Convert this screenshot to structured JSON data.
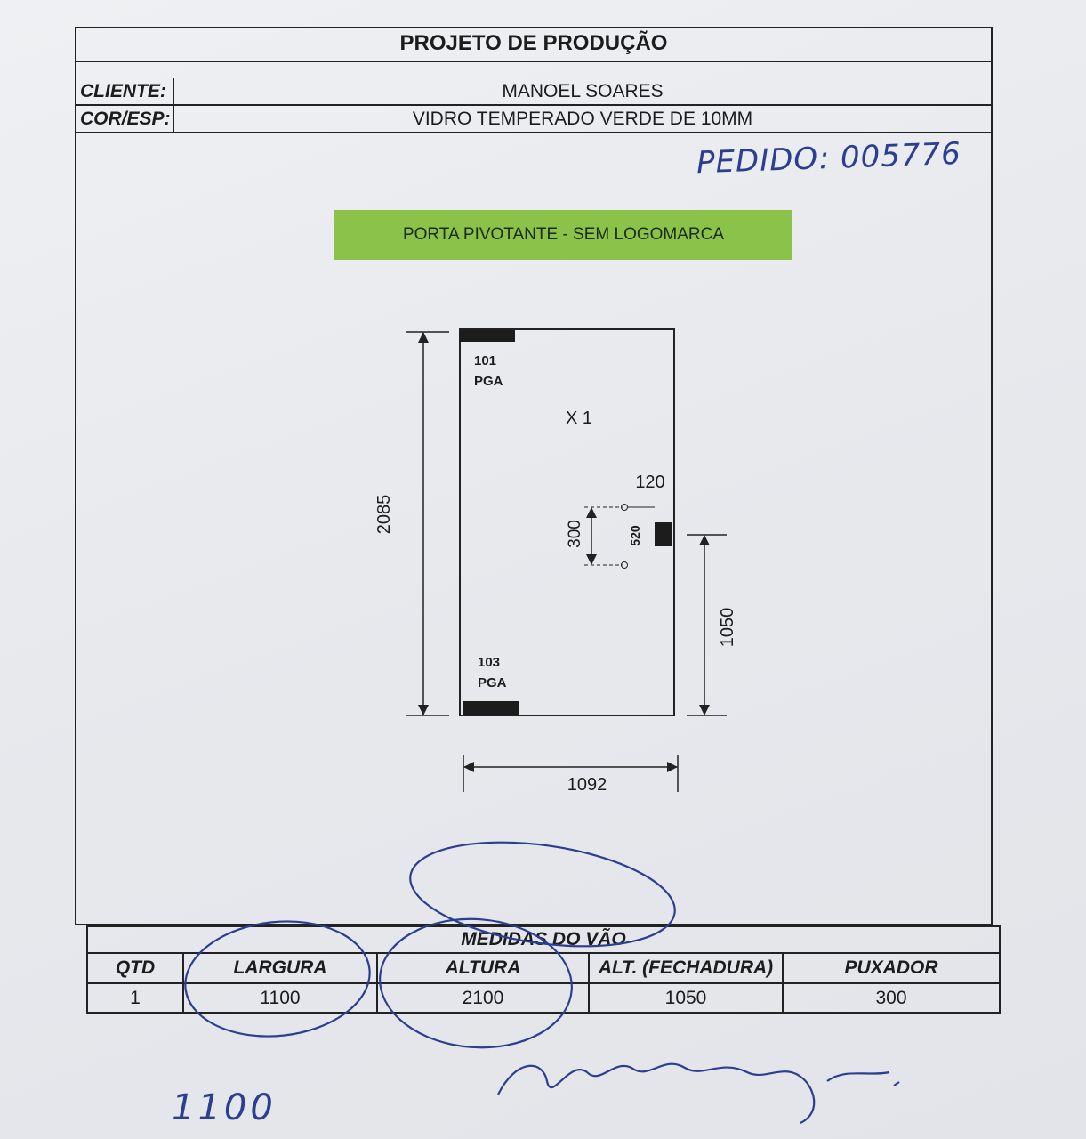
{
  "header": {
    "title": "PROJETO DE PRODUÇÃO",
    "client_label": "CLIENTE:",
    "client_value": "MANOEL SOARES",
    "color_label": "COR/ESP:",
    "color_value": "VIDRO TEMPERADO VERDE DE 10MM"
  },
  "handwritten_order": "PEDIDO: 005776",
  "banner": {
    "text": "PORTA PIVOTANTE - SEM LOGOMARCA",
    "color": "#8bc34a"
  },
  "drawing": {
    "quantity_mark": "X 1",
    "top_hardware": {
      "code": "101",
      "type": "PGA"
    },
    "bottom_hardware": {
      "code": "103",
      "type": "PGA"
    },
    "height": "2085",
    "width": "1092",
    "handle_offset": "120",
    "handle_spacing": "300",
    "hole_label": "520",
    "lock_height": "1050"
  },
  "table": {
    "title": "MEDIDAS DO VÃO",
    "headers": [
      "QTD",
      "LARGURA",
      "ALTURA",
      "ALT. (FECHADURA)",
      "PUXADOR"
    ],
    "row": [
      "1",
      "1100",
      "2100",
      "1050",
      "300"
    ]
  },
  "handwritten_note": "1100",
  "ink_color": "#2a3f8f"
}
